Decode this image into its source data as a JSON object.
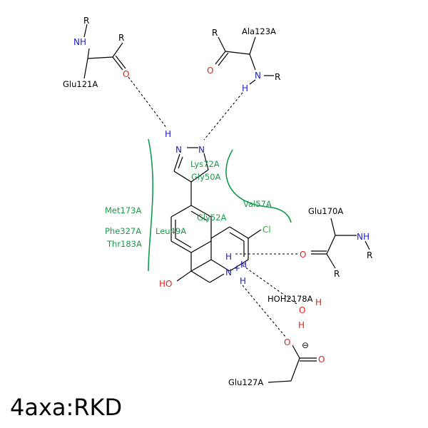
{
  "caption": "4axa:RKD",
  "residues": {
    "glu121": "Glu121A",
    "ala123": "Ala123A",
    "glu170": "Glu170A",
    "glu127": "Glu127A",
    "water": "HOH2178A"
  },
  "hydrophobic": {
    "lys72": "Lys72A",
    "gly50": "Gly50A",
    "val57": "Val57A",
    "met173": "Met173A",
    "gly52": "Gly52A",
    "phe327": "Phe327A",
    "leu49": "Leu49A",
    "thr183": "Thr183A"
  },
  "atoms": {
    "r": "R",
    "nh": "NH",
    "n": "N",
    "h": "H",
    "o": "O",
    "oh": "OH",
    "ho": "HO",
    "cl": "Cl",
    "n_plus": "N",
    "plus": "+",
    "minus": "⊖"
  },
  "colors": {
    "nitrogen": "#2020c8",
    "oxygen": "#e02020",
    "chlorine": "#20c020",
    "hydrophobic": "#109a4a"
  }
}
